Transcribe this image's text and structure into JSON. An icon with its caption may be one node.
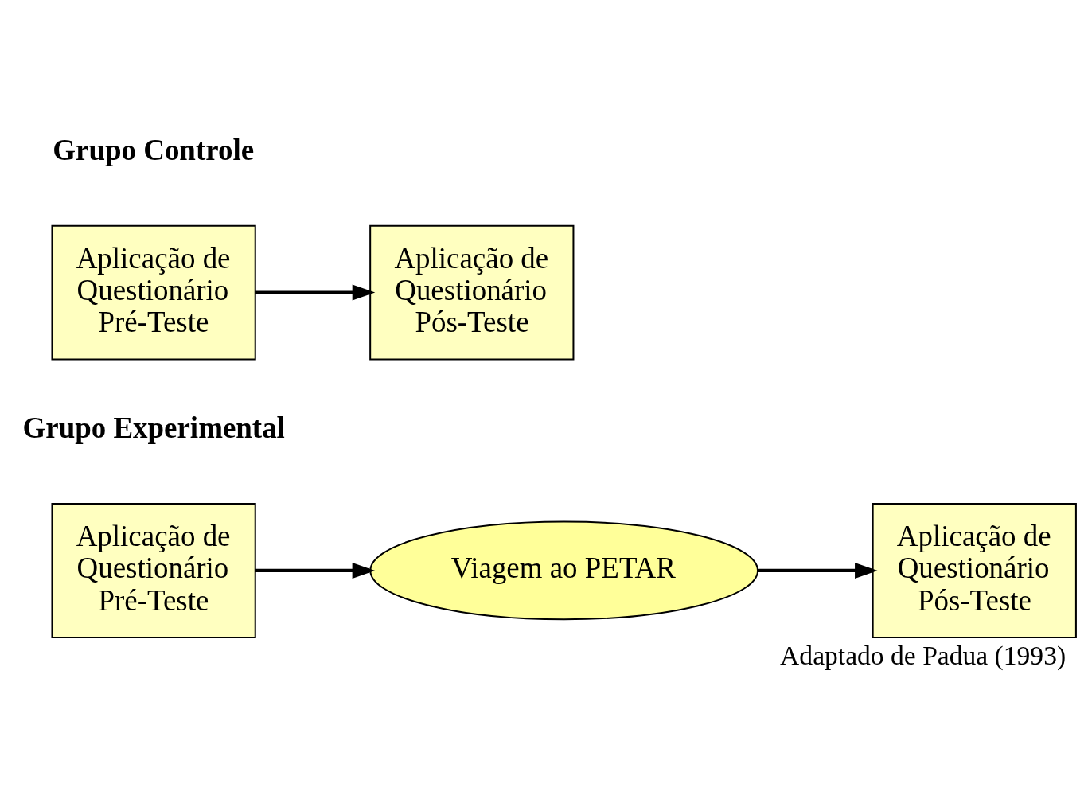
{
  "diagram": {
    "caption": "Adaptado de Padua (1993)",
    "nodes": [
      {
        "text": [
          "Aplicação de Questionário Pré-Teste"
        ]
      },
      {
        "text": [
          "Aplicação de Questionário Pós-Teste"
        ]
      },
      {
        "text": [
          "Aplicação de Questionário Pré-Teste"
        ]
      },
      {
        "text": [
          "Viagem ao PETAR"
        ]
      },
      {
        "text": [
          "Aplicação de Questionário Pós-Teste"
        ]
      }
    ],
    "edges": [
      {
        "from": 0,
        "to": 1,
        "arrow": "to"
      },
      {
        "from": 2,
        "to": 3,
        "arrow": "to"
      },
      {
        "from": 3,
        "to": 4,
        "arrow": "to"
      }
    ],
    "labels": [
      "Grupo Controle",
      "Grupo Experimental"
    ]
  }
}
